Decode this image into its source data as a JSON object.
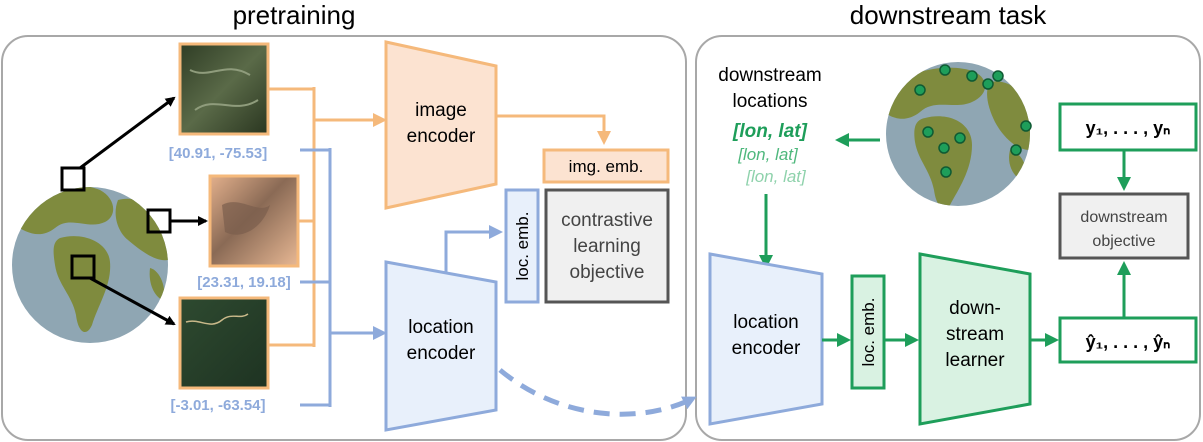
{
  "pretraining": {
    "title": "pretraining",
    "coords": [
      "[40.91, -75.53]",
      "[23.31, 19.18]",
      "[-3.01, -63.54]"
    ],
    "image_encoder": [
      "image",
      "encoder"
    ],
    "location_encoder": [
      "location",
      "encoder"
    ],
    "img_emb": "img. emb.",
    "loc_emb": "loc. emb.",
    "objective": [
      "contrastive",
      "learning",
      "objective"
    ]
  },
  "downstream": {
    "title": "downstream task",
    "locations": [
      "downstream",
      "locations"
    ],
    "lonlat": [
      "[lon, lat]",
      "[lon, lat]",
      "[lon, lat]"
    ],
    "location_encoder": [
      "location",
      "encoder"
    ],
    "loc_emb": "loc. emb.",
    "learner": [
      "down-",
      "stream",
      "learner"
    ],
    "objective": [
      "downstream",
      "objective"
    ],
    "y_true": "y₁, . . . , yₙ",
    "y_pred": "ŷ₁, . . . , ŷₙ"
  },
  "colors": {
    "orange": "#f5b97b",
    "orange_fill": "#fce3d1",
    "blue": "#8eaadb",
    "blue_fill": "#e8f0fb",
    "green": "#1e9e5a",
    "green_fill": "#d9f2e2",
    "gray": "#555555",
    "gray_fill": "#f0f0f0",
    "land": "#7f8b3e",
    "ocean": "#8fa6b3"
  }
}
